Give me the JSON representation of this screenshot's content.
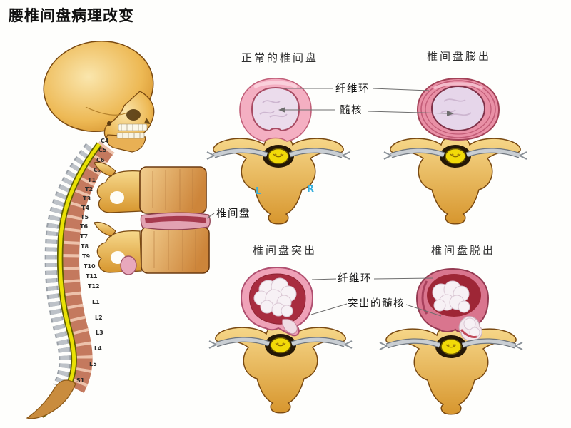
{
  "title": "腰椎间盘病理改变",
  "diagrams": {
    "normal": {
      "title": "正常的椎间盘"
    },
    "bulge": {
      "title": "椎间盘膨出"
    },
    "protrusion": {
      "title": "椎间盘突出"
    },
    "prolapse": {
      "title": "椎间盘脱出"
    }
  },
  "annotations": {
    "annulus_top": "纤维环",
    "nucleus_top": "髓核",
    "annulus_bottom": "纤维环",
    "nucleus_bottom": "突出的髓核",
    "disc_side": "椎间盘"
  },
  "orientation": {
    "left": "L",
    "right": "R"
  },
  "spine_labels": {
    "all": [
      "C4",
      "C5",
      "C6",
      "C7",
      "T1",
      "T2",
      "T3",
      "T4",
      "T5",
      "T6",
      "T7",
      "T8",
      "T9",
      "T10",
      "T11",
      "T12",
      "L1",
      "L2",
      "L3",
      "L4",
      "L5",
      "S1"
    ]
  },
  "colors": {
    "lr_blue": "#38b0dd",
    "bone_gold": "#e9a93f",
    "annulus_pink": "#f4afc2",
    "bulge_pink": "#e990a6",
    "nucleus_lavender": "#ebdcec",
    "torn_red": "#a82c3f",
    "herniated_white": "#f7f1f5",
    "cord_yellow": "#f2da08",
    "nerve_gray": "#c9ced3",
    "spine_body": "#c4795e"
  }
}
